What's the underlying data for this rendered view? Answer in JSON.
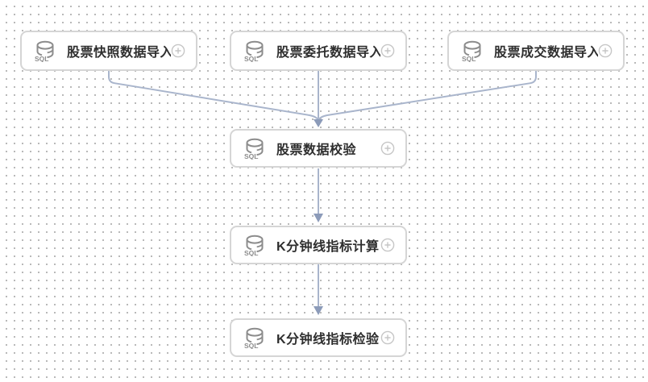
{
  "canvas": {
    "type": "workflow-dag-editor",
    "background": "#ffffff",
    "dot_color": "#b3b3b3",
    "node_border_color": "#d5d5d5",
    "node_text_color": "#2e2e2e",
    "edge_color": "#a9b5cc",
    "arrow_color": "#8c9bb9",
    "icon_color": "#8c8c8c",
    "plus_icon_color": "#c6c6c6"
  },
  "icons": {
    "sql_badge": "SQL"
  },
  "nodes": [
    {
      "id": "n1",
      "label": "股票快照数据导入",
      "icon": "sql-database-icon",
      "action_icon": "plus-circle-icon"
    },
    {
      "id": "n2",
      "label": "股票委托数据导入",
      "icon": "sql-database-icon",
      "action_icon": "plus-circle-icon"
    },
    {
      "id": "n3",
      "label": "股票成交数据导入",
      "icon": "sql-database-icon",
      "action_icon": "plus-circle-icon"
    },
    {
      "id": "n4",
      "label": "股票数据校验",
      "icon": "sql-database-icon",
      "action_icon": "plus-circle-icon"
    },
    {
      "id": "n5",
      "label": "K分钟线指标计算",
      "icon": "sql-database-icon",
      "action_icon": "plus-circle-icon"
    },
    {
      "id": "n6",
      "label": "K分钟线指标检验",
      "icon": "sql-database-icon",
      "action_icon": "plus-circle-icon"
    }
  ],
  "edges": [
    {
      "from": "n1",
      "to": "n4"
    },
    {
      "from": "n2",
      "to": "n4"
    },
    {
      "from": "n3",
      "to": "n4"
    },
    {
      "from": "n4",
      "to": "n5"
    },
    {
      "from": "n5",
      "to": "n6"
    }
  ]
}
